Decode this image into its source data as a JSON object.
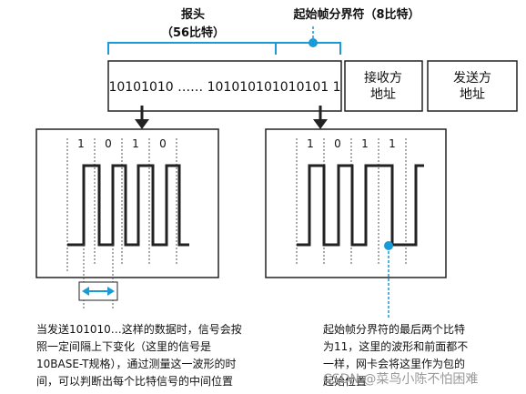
{
  "header": {
    "preamble_title": "报头",
    "preamble_subtitle": "（56比特）",
    "sfd_title": "起始帧分界符（8比特）"
  },
  "frame": {
    "bit_sequence": "10101010 …… 101010101010101 1",
    "receiver_address": [
      "接收方",
      "地址"
    ],
    "sender_address": [
      "发送方",
      "地址"
    ]
  },
  "left_panel": {
    "bit_labels": [
      "1",
      "0",
      "1",
      "0"
    ],
    "caption_lines": [
      "当发送101010…这样的数据时，信号会按",
      "照一定间隔上下变化（这里的信号是",
      "10BASE-T规格），通过测量这一波形的时",
      "间，可以判断出每个比特信号的中间位置"
    ]
  },
  "right_panel": {
    "bit_labels": [
      "1",
      "0",
      "1",
      "1"
    ],
    "caption_lines": [
      "起始帧分界符的最后两个比特",
      "为11，这里的波形和前面都不",
      "一样，网卡会将这里作为包的",
      "起始位置"
    ]
  },
  "watermark": "CSDN @菜鸟小陈不怕困难",
  "colors": {
    "accent": "#1a9ad6",
    "line": "#222222",
    "grid": "#555555"
  }
}
